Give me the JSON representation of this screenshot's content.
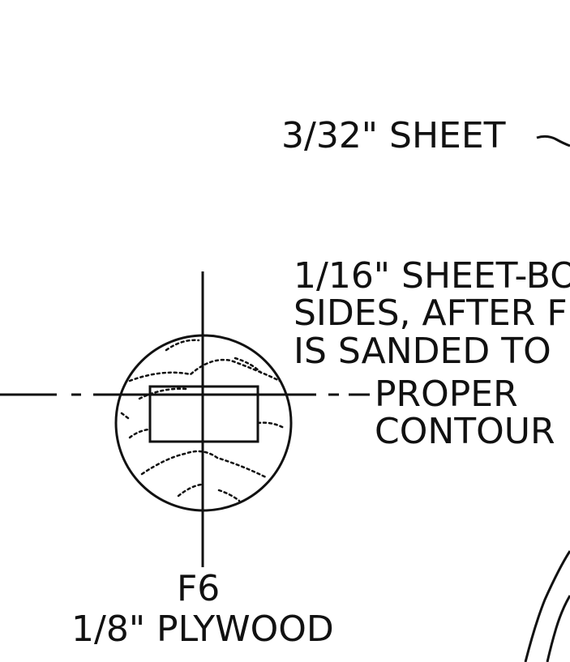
{
  "drawing": {
    "label_sheet_top": "3/32\" SHEET",
    "note_lines": [
      "1/16\" SHEET-BO",
      "SIDES, AFTER F",
      "IS  SANDED TO",
      "PROPER",
      "CONTOUR"
    ],
    "part_id": "F6",
    "part_material": "1/8\" PLYWOOD",
    "colors": {
      "ink": "#111111",
      "paper": "#ffffff"
    }
  }
}
